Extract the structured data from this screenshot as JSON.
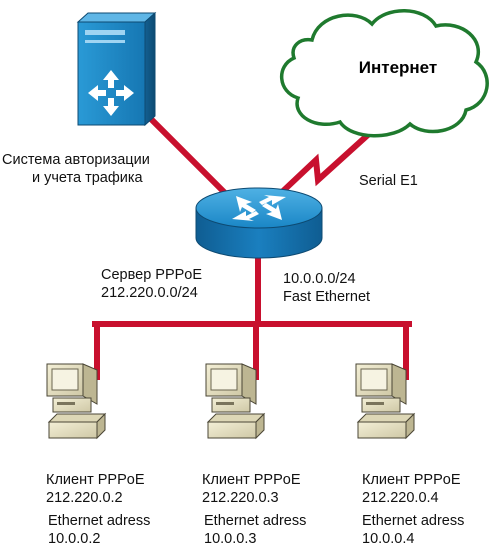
{
  "diagram": {
    "auth_system": {
      "line1": "Система авторизации",
      "line2": "и учета трафика"
    },
    "internet": {
      "label": "Интернет"
    },
    "serial_link": {
      "label": "Serial E1"
    },
    "router": {
      "line1": "Сервер PPPoE",
      "line2": "212.220.0.0/24"
    },
    "lan": {
      "line1": "10.0.0.0/24",
      "line2": "Fast Ethernet"
    },
    "clients": [
      {
        "title": "Клиент PPPoE",
        "ip": "212.220.0.2",
        "eth_label": "Ethernet adress",
        "eth_ip": "10.0.0.2"
      },
      {
        "title": "Клиент PPPoE",
        "ip": "212.220.0.3",
        "eth_label": "Ethernet adress",
        "eth_ip": "10.0.0.3"
      },
      {
        "title": "Клиент PPPoE",
        "ip": "212.220.0.4",
        "eth_label": "Ethernet adress",
        "eth_ip": "10.0.0.4"
      }
    ],
    "colors": {
      "link_red": "#c8102e",
      "device_blue": "#1f8fc9",
      "cloud_green": "#1f7a2e",
      "pc_beige": "#ece6c8"
    }
  }
}
